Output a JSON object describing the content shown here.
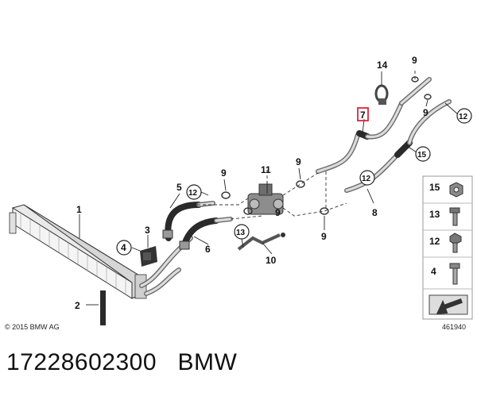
{
  "copyright": "© 2015 BMW AG",
  "image_number": "461940",
  "footer": {
    "part_number": "17228602300",
    "brand": "BMW"
  },
  "legend": {
    "items": [
      {
        "num": "15"
      },
      {
        "num": "13"
      },
      {
        "num": "12"
      },
      {
        "num": "4"
      }
    ]
  },
  "labels": {
    "l1": "1",
    "l2": "2",
    "l3": "3",
    "l4": "4",
    "l5": "5",
    "l6": "6",
    "l7": "7",
    "l8": "8",
    "l9a": "9",
    "l9b": "9",
    "l9c": "9",
    "l9d": "9",
    "l9e": "9",
    "l9f": "9",
    "l10": "10",
    "l11": "11",
    "l12a": "12",
    "l12b": "12",
    "l12c": "12",
    "l13": "13",
    "l14": "14",
    "l15": "15"
  },
  "colors": {
    "highlight": "#e0243a"
  }
}
